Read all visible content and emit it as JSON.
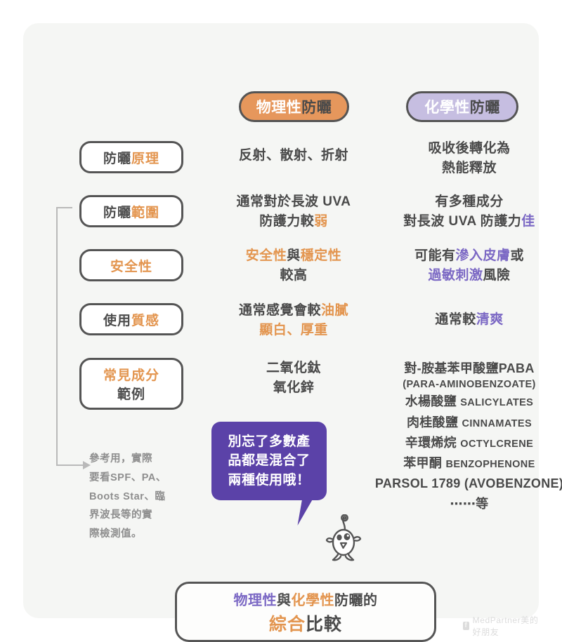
{
  "card": {
    "background": "#f5f6f4"
  },
  "colors": {
    "orange": "#e3954f",
    "purple": "#7b68c4",
    "pill_orange": "#e6975c",
    "pill_purple": "#c6bee1",
    "bubble_purple": "#5b42a8",
    "text_gray": "#4a4a4a"
  },
  "headers": {
    "physical": {
      "part1": "物理性",
      "part2": "防曬"
    },
    "chemical": {
      "part1": "化學性",
      "part2": "防曬"
    }
  },
  "rows": [
    {
      "label": {
        "line1_gray": "防曬",
        "line1_orange": "原理",
        "line2_orange": "",
        "line2_gray": ""
      },
      "physical": [
        [
          {
            "t": "反射、散射、折射",
            "c": "gray"
          }
        ]
      ],
      "chemical": [
        [
          {
            "t": "吸收後轉化為",
            "c": "gray"
          }
        ],
        [
          {
            "t": "熱能釋放",
            "c": "gray"
          }
        ]
      ]
    },
    {
      "label": {
        "line1_gray": "防曬",
        "line1_orange": "範圍",
        "line2_orange": "",
        "line2_gray": ""
      },
      "physical": [
        [
          {
            "t": "通常對於長波 UVA",
            "c": "gray"
          }
        ],
        [
          {
            "t": "防護力較",
            "c": "gray"
          },
          {
            "t": "弱",
            "c": "orange"
          }
        ]
      ],
      "chemical": [
        [
          {
            "t": "有多種成分",
            "c": "gray"
          }
        ],
        [
          {
            "t": "對長波 UVA 防護力",
            "c": "gray"
          },
          {
            "t": "佳",
            "c": "purple"
          }
        ]
      ]
    },
    {
      "label": {
        "line1_gray": "",
        "line1_orange": "安全性",
        "line2_orange": "",
        "line2_gray": ""
      },
      "physical": [
        [
          {
            "t": "安全性",
            "c": "orange"
          },
          {
            "t": "與",
            "c": "gray"
          },
          {
            "t": "穩定性",
            "c": "orange"
          }
        ],
        [
          {
            "t": "較高",
            "c": "gray"
          }
        ]
      ],
      "chemical": [
        [
          {
            "t": "可能有",
            "c": "gray"
          },
          {
            "t": "滲入皮膚",
            "c": "purple"
          },
          {
            "t": "或",
            "c": "gray"
          }
        ],
        [
          {
            "t": "過敏刺激",
            "c": "purple"
          },
          {
            "t": "風險",
            "c": "gray"
          }
        ]
      ]
    },
    {
      "label": {
        "line1_gray": "使用",
        "line1_orange": "質感",
        "line2_orange": "",
        "line2_gray": ""
      },
      "physical": [
        [
          {
            "t": "通常感覺會較",
            "c": "gray"
          },
          {
            "t": "油膩",
            "c": "orange"
          }
        ],
        [
          {
            "t": "顯白、厚重",
            "c": "orange"
          }
        ]
      ],
      "chemical": [
        [
          {
            "t": "通常較",
            "c": "gray"
          },
          {
            "t": "清爽",
            "c": "purple"
          }
        ]
      ]
    },
    {
      "label": {
        "line1_gray": "",
        "line1_orange": "常見成分",
        "line2_orange": "",
        "line2_gray": "範例"
      },
      "physical": [
        [
          {
            "t": "二氧化鈦",
            "c": "gray"
          }
        ],
        [
          {
            "t": "氧化鋅",
            "c": "gray"
          }
        ]
      ],
      "chemical": []
    }
  ],
  "ingredients": [
    {
      "zh": "對-胺基苯甲酸鹽PABA",
      "en": "",
      "sub": "(PARA-AMINOBENZOATE)"
    },
    {
      "zh": "水楊酸鹽",
      "en": "SALICYLATES",
      "sub": ""
    },
    {
      "zh": "肉桂酸鹽",
      "en": "CINNAMATES",
      "sub": ""
    },
    {
      "zh": "辛環烯烷",
      "en": "OCTYLCRENE",
      "sub": ""
    },
    {
      "zh": "苯甲酮",
      "en": "BENZOPHENONE",
      "sub": ""
    },
    {
      "zh": "",
      "en": "PARSOL 1789 (AVOBENZONE)",
      "sub": ""
    },
    {
      "zh": "⋯⋯等",
      "en": "",
      "sub": ""
    }
  ],
  "bubble": {
    "line1": "別忘了多數產",
    "line2": "品都是混合了",
    "line3": "兩種使用哦！"
  },
  "footnote": {
    "line1": "參考用，實際",
    "line2": "要看SPF、PA、",
    "line3": "Boots Star、臨",
    "line4": "界波長等的實",
    "line5": "際檢測值。"
  },
  "bottom_title": {
    "l1_purple": "物理性",
    "l1_mid": "與",
    "l1_orange": "化學性",
    "l1_tail": "防曬的",
    "l2_orange": "綜合",
    "l2_gray": "比較"
  },
  "watermark": {
    "icon": "facebook-icon",
    "text": "MedPartner美的好朋友"
  }
}
